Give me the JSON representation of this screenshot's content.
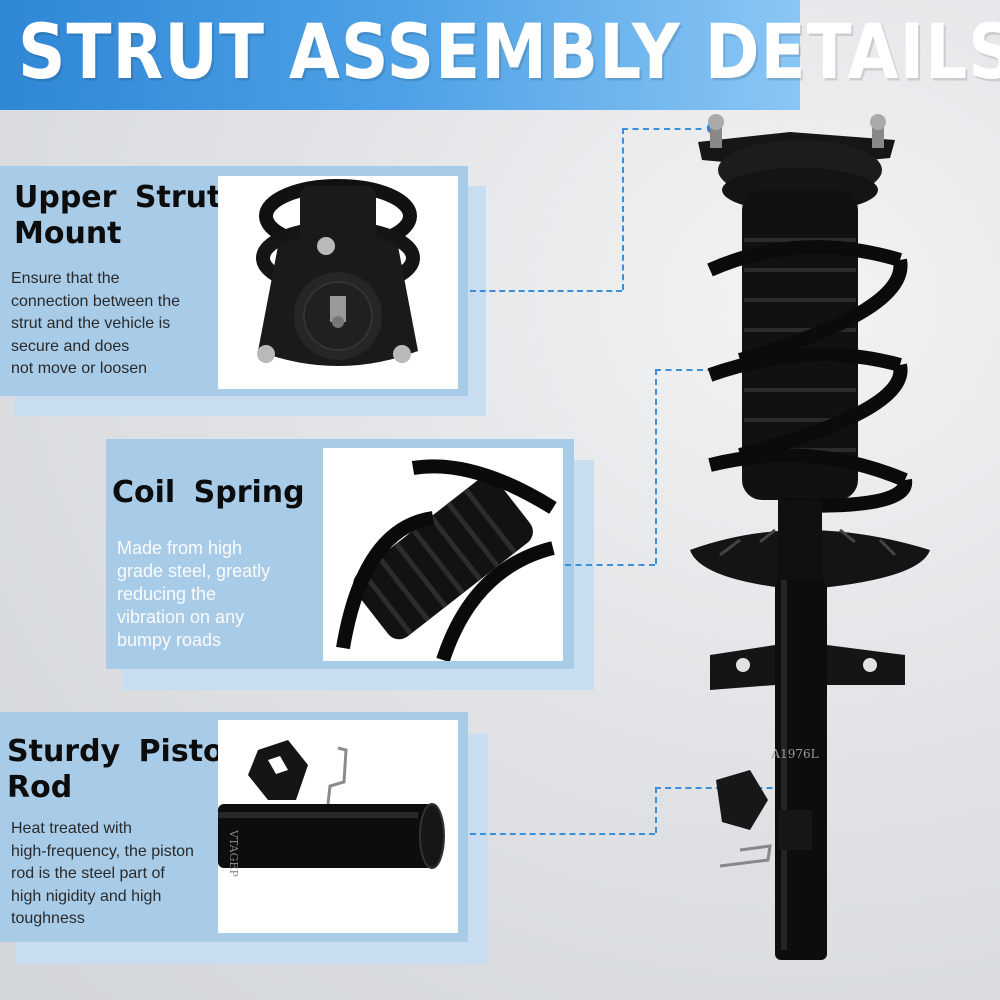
{
  "header": {
    "title": "STRUT ASSEMBLY DETAILS"
  },
  "features": [
    {
      "heading_line1": "Upper Strut",
      "heading_line2": "Mount",
      "description": [
        "Ensure that the",
        "connection between the",
        "strut and the vehicle is",
        "secure and does",
        "not move or loosen"
      ]
    },
    {
      "heading_line1": "Coil Spring",
      "heading_line2": "",
      "description": [
        "Made from high",
        "grade steel, greatly",
        "reducing the",
        "vibration on any",
        "bumpy roads"
      ]
    },
    {
      "heading_line1": "Sturdy Piston",
      "heading_line2": "Rod",
      "description": [
        "Heat treated with",
        "high-frequency, the piston",
        "rod is the steel part of",
        "high nigidity and high",
        "toughness"
      ]
    }
  ],
  "product": {
    "part_number": "A1976L",
    "rod_marking": "VTAGEP"
  },
  "colors": {
    "accent": "#3b8fd9",
    "panel": "#a8cbe8",
    "title_band": "#2f87d6"
  }
}
